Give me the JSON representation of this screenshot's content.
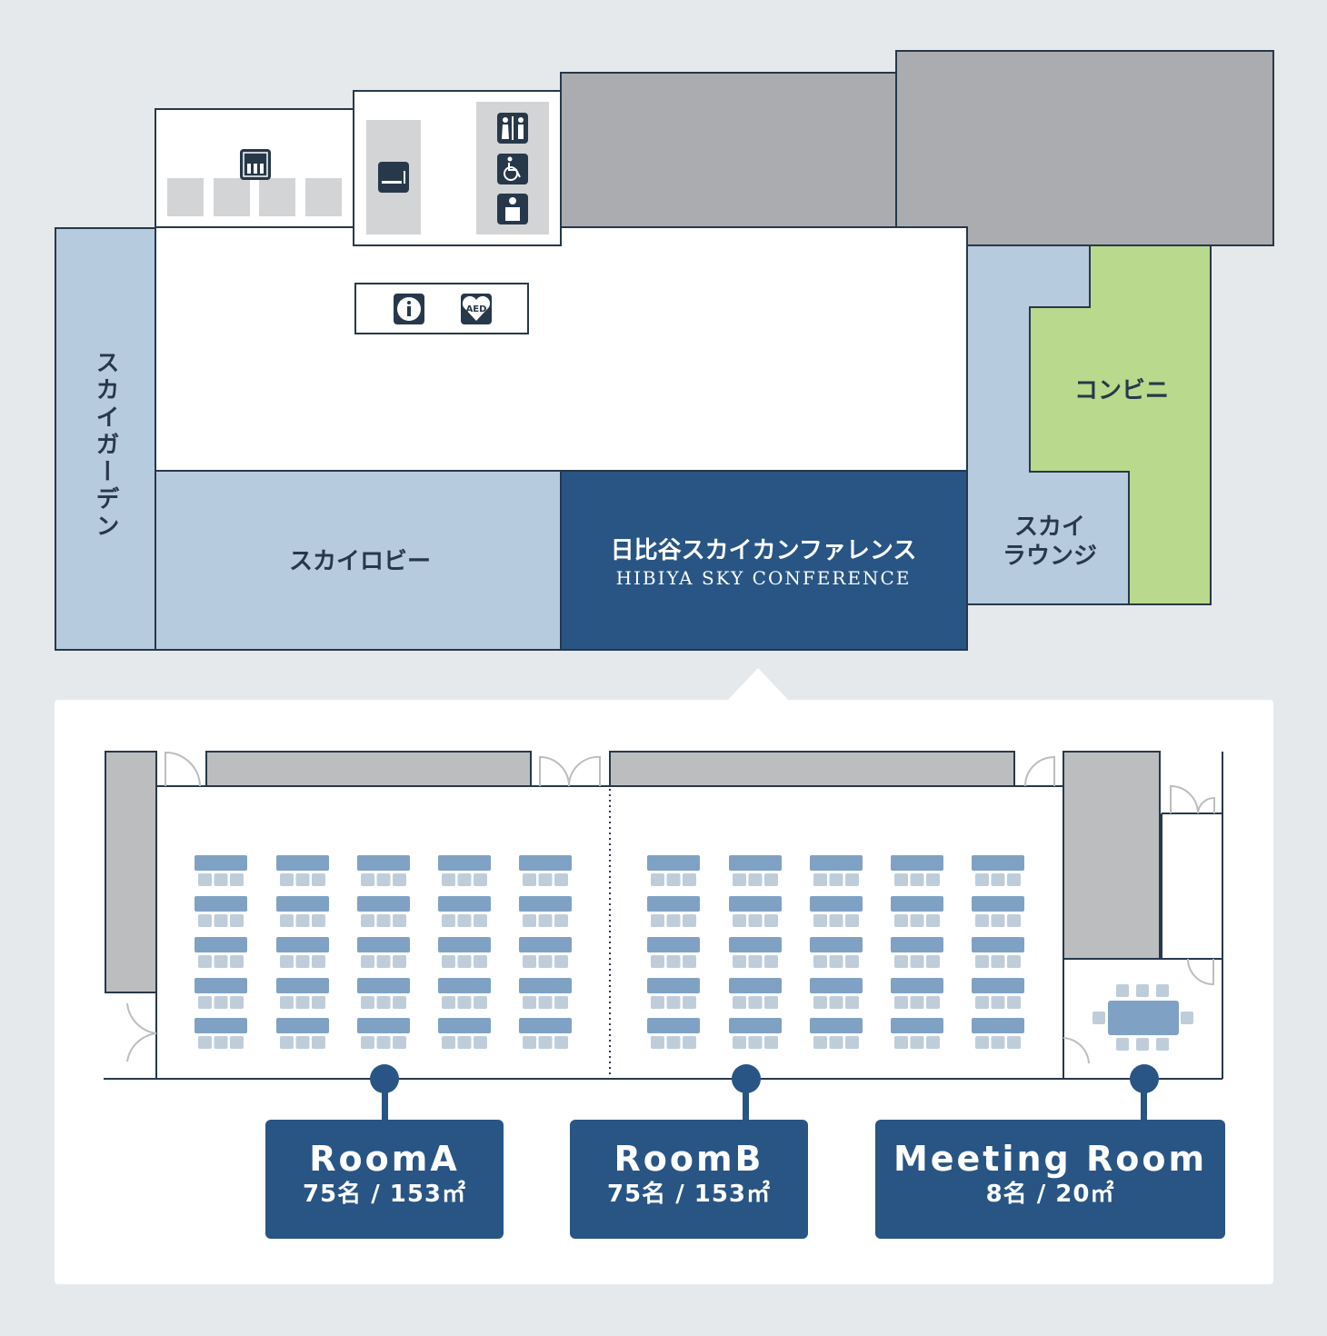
{
  "floor": {
    "sky_garden": "スカイガーデン",
    "sky_lobby": "スカイロビー",
    "conference_jp": "日比谷スカイカンファレンス",
    "conference_en": "HIBIYA SKY CONFERENCE",
    "sky_lounge_1": "スカイ",
    "sky_lounge_2": "ラウンジ",
    "convenience_store": "コンビニ",
    "icons": [
      "elevator-icon",
      "smoking-icon",
      "restroom-icon",
      "wheelchair-icon",
      "nursing-room-icon",
      "information-icon",
      "aed-icon"
    ],
    "aed_label": "AED"
  },
  "rooms": [
    {
      "name": "RoomA",
      "detail": "75名 / 153㎡"
    },
    {
      "name": "RoomB",
      "detail": "75名 / 153㎡"
    },
    {
      "name": "Meeting Room",
      "detail": "8名 / 20㎡"
    }
  ],
  "colors": {
    "background": "#e5e9ec",
    "outline": "#27384a",
    "light_blue": "#b7cbdf",
    "conference_blue": "#285584",
    "green": "#b9d98c",
    "gray": "#abacaf",
    "table": "#7fa2c4",
    "chair": "#bfcddb"
  }
}
